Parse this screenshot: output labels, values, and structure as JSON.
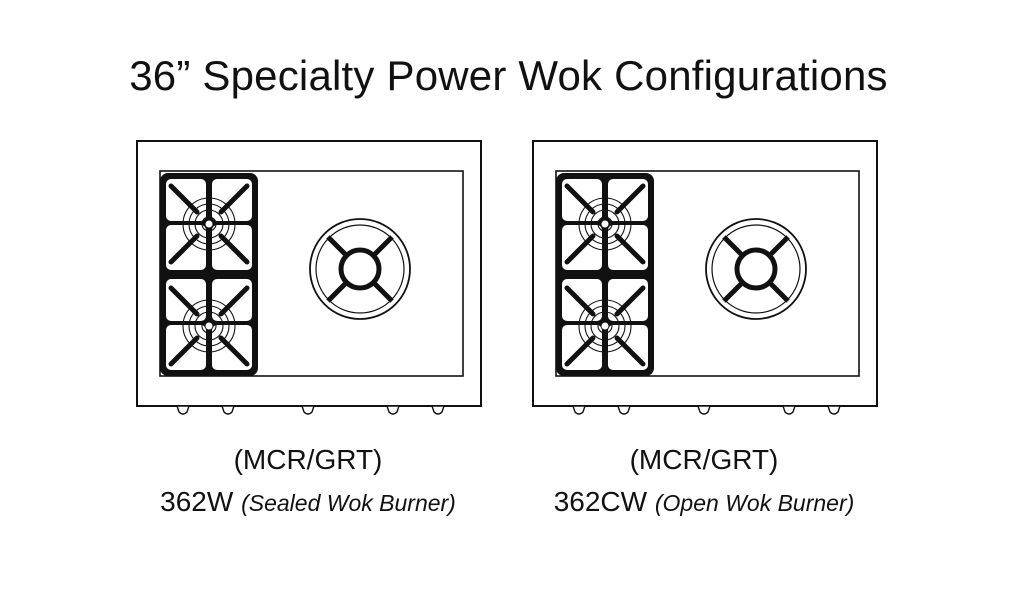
{
  "title": "36” Specialty Power Wok Configurations",
  "configs": [
    {
      "options": "(MCR/GRT)",
      "model": "362W",
      "description": "(Sealed Wok Burner)",
      "wok_style": "sealed"
    },
    {
      "options": "(MCR/GRT)",
      "model": "362CW",
      "description": "(Open Wok Burner)",
      "wok_style": "open"
    }
  ],
  "icons": {
    "burner_grate": "grate-icon",
    "wok_burner": "wok-burner-icon",
    "knob": "knob-icon"
  },
  "colors": {
    "line": "#111111",
    "background": "#ffffff"
  }
}
